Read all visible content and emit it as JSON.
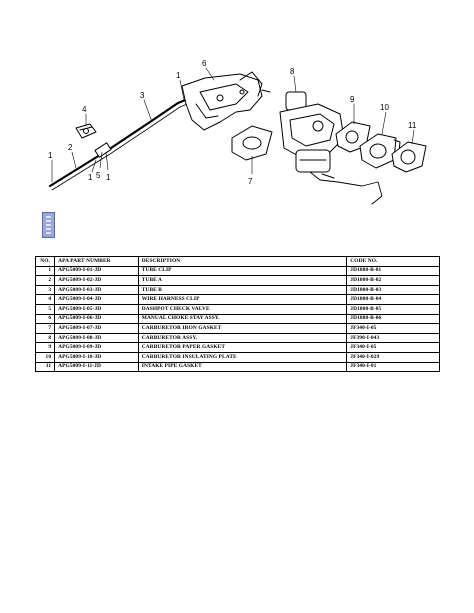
{
  "diagram": {
    "callouts": [
      "1",
      "2",
      "3",
      "4",
      "5",
      "1",
      "1",
      "6",
      "7",
      "8",
      "9",
      "10",
      "11"
    ]
  },
  "table": {
    "headers": [
      "NO.",
      "APA PART NUMBER",
      "DESCRIPTION",
      "CODE NO."
    ],
    "rows": [
      [
        "1",
        "APG5009-I-01-JD",
        "TUBE CLIP",
        "JD1800-B-01"
      ],
      [
        "2",
        "APG5009-I-02-JD",
        "TUBE A",
        "JD1800-B-02"
      ],
      [
        "3",
        "APG5009-I-03-JD",
        "TUBE B",
        "JD1800-B-03"
      ],
      [
        "4",
        "APG5009-I-04-JD",
        "WIRE HARNESS CLIP",
        "JD1800-B-04"
      ],
      [
        "5",
        "APG5009-I-05-JD",
        "DASHPOT CHECK VALVE",
        "JD1800-B-05"
      ],
      [
        "6",
        "APG5009-I-06-JD",
        "MANUAL CHOKE STAY ASSY.",
        "JD1800-B-06"
      ],
      [
        "7",
        "APG5009-I-07-JD",
        "CARBURETOR IRON GASKET",
        "JF340-I-05"
      ],
      [
        "8",
        "APG5009-I-08-JD",
        "CARBURETOR ASSY.",
        "JF390-I-043"
      ],
      [
        "9",
        "APG5009-I-09-JD",
        "CARBURETOR PAPER GASKET",
        "JF340-I-05"
      ],
      [
        "10",
        "APG5009-I-10-JD",
        "CARBURETOR INSULATING PLATE",
        "JF340-I-029"
      ],
      [
        "11",
        "APG5009-I-11-JD",
        "INTAKE PIPE GASKET",
        "JF340-I-01"
      ]
    ]
  }
}
